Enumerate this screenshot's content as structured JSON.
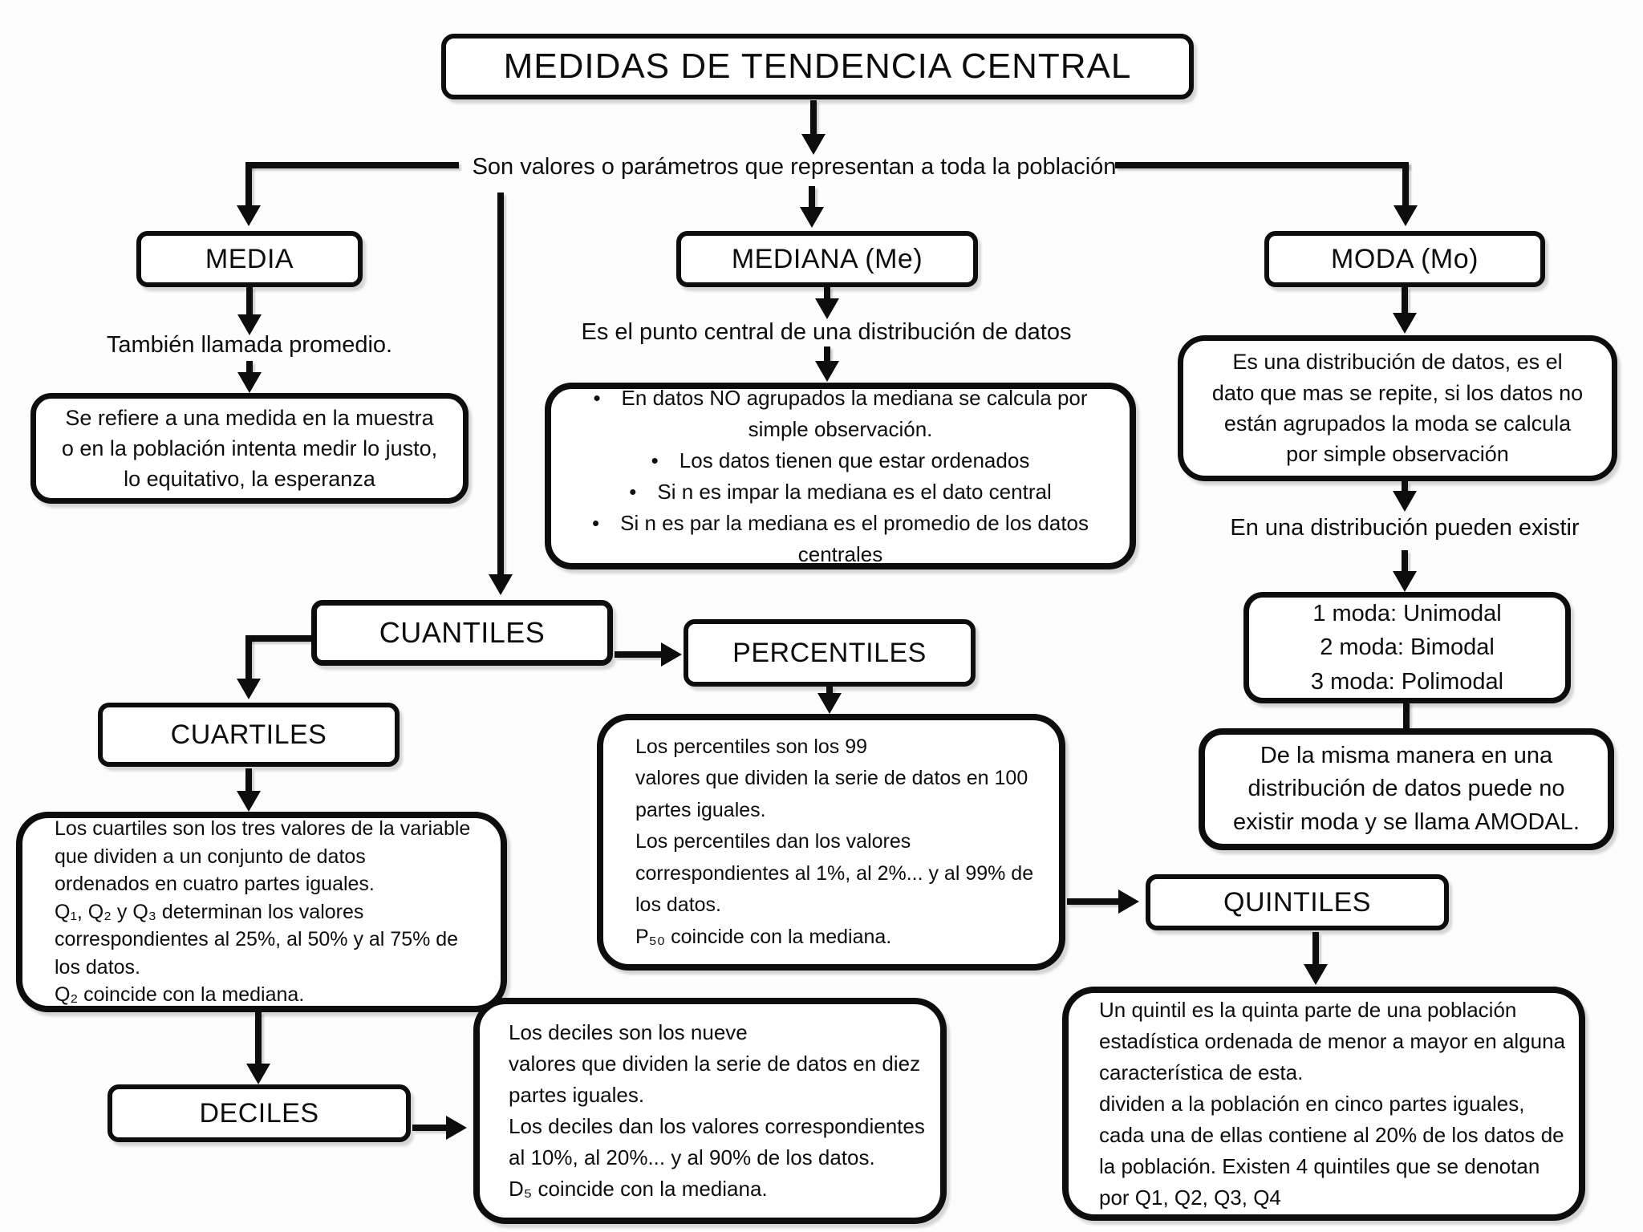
{
  "colors": {
    "ink": "#0d0d0d",
    "paper": "#ffffff"
  },
  "title": "MEDIDAS DE TENDENCIA CENTRAL",
  "subtitle": "Son valores o parámetros que representan a toda la población",
  "media": {
    "label": "MEDIA",
    "note": "También llamada promedio.",
    "description": [
      "Se refiere a una medida en la muestra",
      "o en la población intenta medir lo justo,",
      "lo equitativo, la esperanza"
    ]
  },
  "mediana": {
    "label": "MEDIANA (Me)",
    "note": "Es el punto central de una distribución de datos",
    "bullets": [
      "• En datos NO agrupados la mediana se calcula por",
      "simple observación.",
      "• Los datos tienen que estar ordenados",
      "• Si n es impar la mediana es el dato central",
      "• Si n es par la mediana es el promedio de los datos",
      "centrales"
    ]
  },
  "moda": {
    "label": "MODA (Mo)",
    "description": [
      "Es una distribución de datos, es el",
      "dato que mas se repite, si los datos no",
      "están agrupados la moda se calcula",
      "por simple observación"
    ],
    "note": "En una distribución pueden existir",
    "modes": [
      "1 moda: Unimodal",
      "2 moda: Bimodal",
      "3 moda: Polimodal"
    ],
    "amodal": [
      "De la misma manera en una",
      "distribución de datos puede no",
      "existir moda y se llama AMODAL."
    ]
  },
  "cuantiles": {
    "label": "CUANTILES"
  },
  "cuartiles": {
    "label": "CUARTILES",
    "description": [
      "Los cuartiles son los tres valores de la variable",
      "que dividen a un conjunto de datos",
      "ordenados en cuatro partes iguales.",
      "Q₁, Q₂ y Q₃ determinan los valores",
      "correspondientes al 25%, al 50% y al 75% de",
      "los datos.",
      "Q₂ coincide con la mediana."
    ]
  },
  "percentiles": {
    "label": "PERCENTILES",
    "description": [
      "Los percentiles son los 99",
      "valores que dividen la serie de datos en 100",
      "partes iguales.",
      "Los percentiles dan los valores",
      "correspondientes al 1%, al 2%... y al 99% de",
      "los datos.",
      "P₅₀ coincide con la mediana."
    ]
  },
  "deciles": {
    "label": "DECILES",
    "description": [
      "Los deciles son los nueve",
      "valores que dividen la serie de datos en diez",
      "partes iguales.",
      "Los deciles dan los valores correspondientes",
      "al 10%, al 20%... y al 90% de los datos.",
      "D₅ coincide con la mediana."
    ]
  },
  "quintiles": {
    "label": "QUINTILES",
    "description": [
      "Un quintil es la quinta parte de una población",
      "estadística ordenada de menor a mayor en alguna",
      "característica de esta.",
      "dividen a la población en cinco partes iguales,",
      "cada una de ellas contiene al 20% de los datos de",
      "la población. Existen 4 quintiles que se denotan",
      "por Q1, Q2, Q3, Q4"
    ]
  }
}
